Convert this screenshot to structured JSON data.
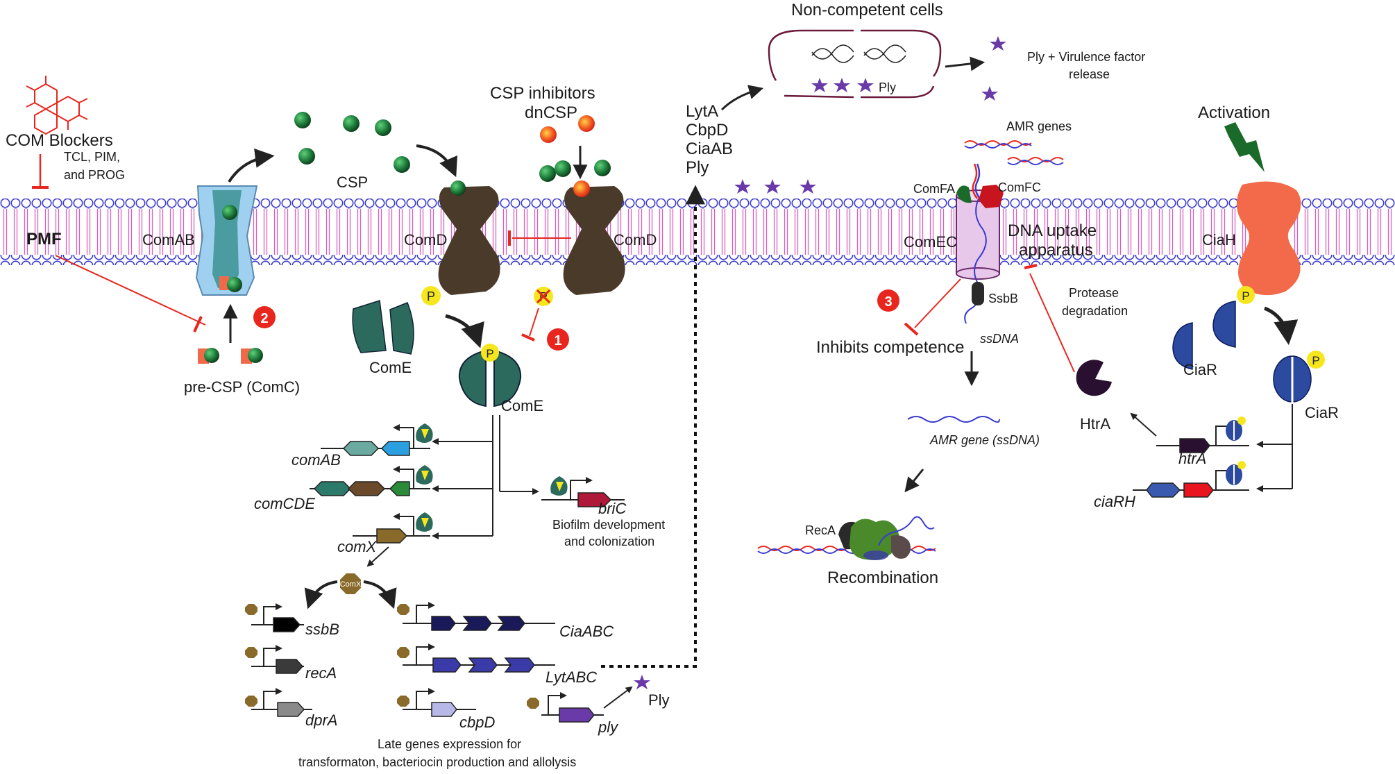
{
  "labels": {
    "com_blockers": "COM Blockers",
    "com_blocker_drugs_1": "TCL, PIM,",
    "com_blocker_drugs_2": "and PROG",
    "pmf": "PMF",
    "comab": "ComAB",
    "csp": "CSP",
    "comd_left": "ComD",
    "comd_right": "ComD",
    "csp_inhibitors": "CSP inhibitors",
    "dncsp": "dnCSP",
    "come_left": "ComE",
    "come_right": "ComE",
    "pre_csp": "pre-CSP (ComC)",
    "step_1": "1",
    "step_2": "2",
    "step_3": "3",
    "p": "P",
    "lyta": "LytA",
    "cbpd_top": "CbpD",
    "ciaab_top": "CiaAB",
    "ply_top": "Ply",
    "non_competent": "Non-competent cells",
    "ply_in_cell": "Ply",
    "ply_release_1": "Ply + Virulence factor",
    "ply_release_2": "release",
    "amr_genes": "AMR genes",
    "comfa": "ComFA",
    "comfc": "ComFC",
    "comec": "ComEC",
    "dna_uptake_1": "DNA uptake",
    "dna_uptake_2": "apparatus",
    "protease_1": "Protease",
    "protease_2": "degradation",
    "ssbb_protein": "SsbB",
    "inhibits_competence": "Inhibits competence",
    "ssdna": "ssDNA",
    "amr_gene_ssdna": "AMR gene (ssDNA)",
    "reca_protein": "RecA",
    "recombination": "Recombination",
    "activation": "Activation",
    "ciah": "CiaH",
    "ciar_1": "CiaR",
    "ciar_2": "CiaR",
    "htra_protein": "HtrA",
    "gene_comab": "comAB",
    "gene_comcde": "comCDE",
    "gene_comx": "comX",
    "gene_bric": "briC",
    "biofilm_1": "Biofilm development",
    "biofilm_2": "and colonization",
    "comx_badge": "ComX",
    "gene_ssbb": "ssbB",
    "gene_reca": "recA",
    "gene_dpra": "dprA",
    "gene_ciaabc": "CiaABC",
    "gene_lytabc": "LytABC",
    "gene_cbpd": "cbpD",
    "gene_ply": "ply",
    "ply_product": "Ply",
    "late_genes_1": "Late genes expression for",
    "late_genes_2": "transformaton, bacteriocin production and allolysis",
    "gene_htra": "htrA",
    "gene_ciarh": "ciaRH"
  },
  "colors": {
    "inhibit": "#e8261e",
    "membrane_head": "#3a3ad0",
    "membrane_tail": "#d85fc0",
    "comab": "#9fd0f0",
    "comab_inner": "#2e8b85",
    "comd": "#4a3a2a",
    "come": "#2c6a5e",
    "csp": "#1d7a3a",
    "ciah": "#f26a4a",
    "ciar": "#2c4aa0",
    "htra": "#2a1030",
    "comec": "#e8c8ea",
    "comx": "#8a6a2a",
    "phospho": "#f5e61e",
    "star": "#6a3aa8"
  }
}
